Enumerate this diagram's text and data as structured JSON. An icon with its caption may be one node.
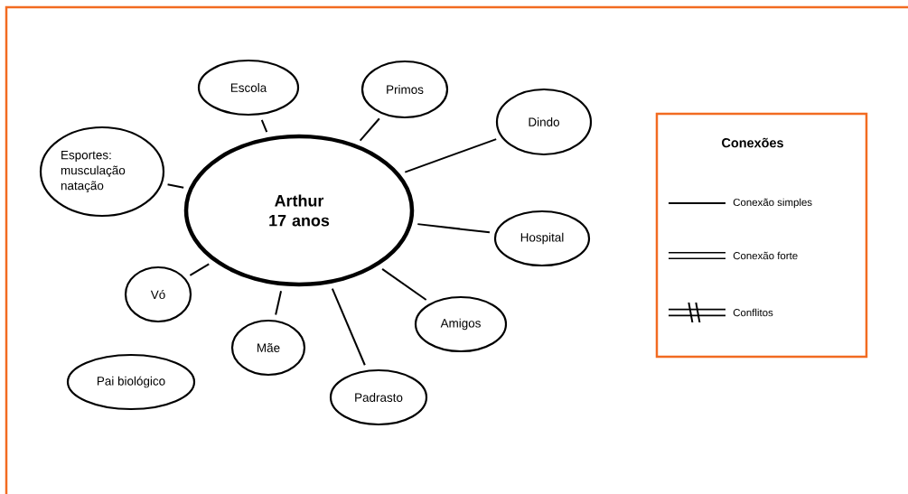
{
  "diagram": {
    "nodes": [
      {
        "text": [
          "Arthur 17 anos"
        ]
      },
      {
        "text": [
          "Escola"
        ]
      },
      {
        "text": [
          "Primos"
        ]
      },
      {
        "text": [
          "Dindo"
        ]
      },
      {
        "text": [
          "Esportes: musculação natação"
        ]
      },
      {
        "text": [
          "Hospital"
        ]
      },
      {
        "text": [
          "Vó"
        ]
      },
      {
        "text": [
          "Mãe"
        ]
      },
      {
        "text": [
          "Amigos"
        ]
      },
      {
        "text": [
          "Pai biológico"
        ]
      },
      {
        "text": [
          "Padrasto"
        ]
      }
    ],
    "edges": [
      {
        "from": 0,
        "to": 1,
        "arrow": "none"
      },
      {
        "from": 0,
        "to": 2,
        "arrow": "none"
      },
      {
        "from": 0,
        "to": 3,
        "arrow": "none"
      },
      {
        "from": 0,
        "to": 4,
        "arrow": "none"
      },
      {
        "from": 0,
        "to": 5,
        "arrow": "none"
      },
      {
        "from": 0,
        "to": 6,
        "arrow": "none"
      },
      {
        "from": 0,
        "to": 7,
        "arrow": "none"
      },
      {
        "from": 0,
        "to": 8,
        "arrow": "none"
      },
      {
        "from": 0,
        "to": 10,
        "arrow": "none"
      }
    ],
    "labels": [
      "Conexões"
    ],
    "legend": [
      {
        "text": "Conexão simples"
      },
      {
        "text": "Conexão forte"
      },
      {
        "text": "Conflitos"
      }
    ]
  }
}
